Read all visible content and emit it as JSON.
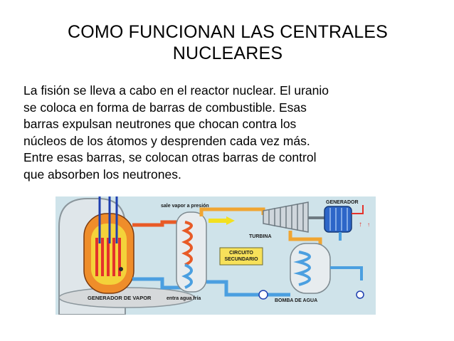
{
  "slide": {
    "title_line1": "COMO FUNCIONAN LAS CENTRALES",
    "title_line2": "NUCLEARES",
    "body_lines": [
      "La fisión se lleva a cabo en el reactor nuclear. El uranio",
      "se coloca en forma de barras de combustible. Esas",
      "barras expulsan neutrones que chocan contra los",
      "núcleos de los átomos y desprenden cada vez más.",
      "Entre esas barras, se colocan otras barras de control",
      "que absorben los neutrones."
    ]
  },
  "diagram": {
    "labels": {
      "steam_out": "sale vapor a presión",
      "turbine": "TURBINA",
      "generator": "GENERADOR",
      "secondary_circuit_line1": "CIRCUITO",
      "secondary_circuit_line2": "SECUNDARIO",
      "steam_generator": "GENERADOR DE VAPOR",
      "cold_water_in": "entra agua fría",
      "water_pump": "BOMBA DE AGUA"
    },
    "colors": {
      "background": "#cfe3ea",
      "reactor_vessel": "#ef8d2a",
      "reactor_core": "#f4d23a",
      "fuel_rods": "#e4322b",
      "control_rods": "#1f3fb0",
      "hot_pipe": "#e85a26",
      "cold_pipe": "#4b9fe0",
      "secondary_pipe": "#f0a532",
      "turbine": "#cfd6dc",
      "generator": "#2d66c8",
      "label_box": "#f7e15a"
    }
  }
}
